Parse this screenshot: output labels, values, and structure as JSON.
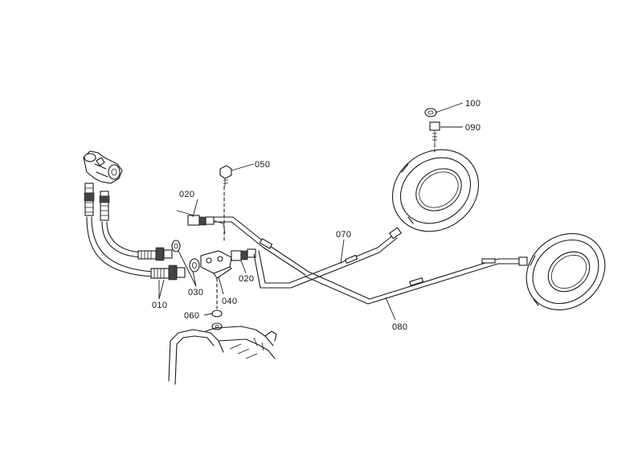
{
  "part_labels": {
    "p010": "010",
    "p020a": "020",
    "p020b": "020",
    "p030": "030",
    "p040": "040",
    "p050": "050",
    "p060": "060",
    "p070": "070",
    "p080": "080",
    "p090": "090",
    "p100": "100"
  }
}
